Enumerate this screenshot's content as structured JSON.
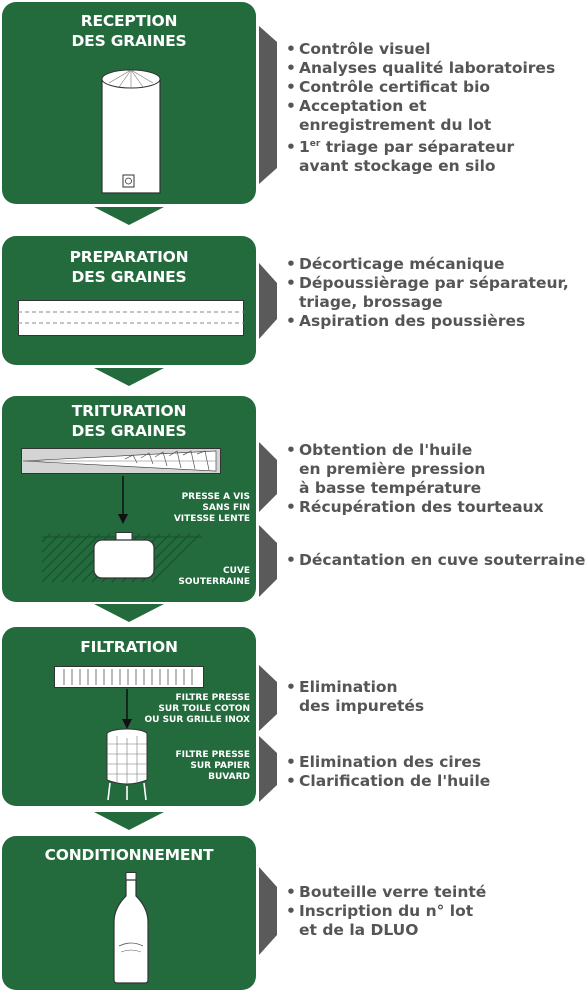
{
  "colors": {
    "step_green": "#236a3c",
    "chevron_grey": "#5a5a5a",
    "bullet_text": "#555555"
  },
  "steps": [
    {
      "title": "RECEPTION\nDES GRAINES",
      "illustration": "silo-icon",
      "groups": [
        {
          "bullets": [
            "Contrôle visuel",
            "Analyses qualité laboratoires",
            "Contrôle certificat bio",
            "Acceptation et\nenregistrement du lot"
          ],
          "triage_prefix": "1",
          "triage_sup": "er",
          "triage_text": " triage par séparateur\navant stockage en silo"
        }
      ]
    },
    {
      "title": "PREPARATION\nDES GRAINES",
      "illustration": "conveyor-icon",
      "groups": [
        {
          "bullets": [
            "Décorticage mécanique",
            "Dépoussièrage par séparateur,\ntriage, brossage",
            "Aspiration des poussières"
          ]
        }
      ]
    },
    {
      "title": "TRITURATION\nDES GRAINES",
      "illustration": "screw-press-icon",
      "labels": [
        "PRESSE A VIS\nSANS FIN\nVITESSE LENTE",
        "CUVE\nSOUTERRAINE"
      ],
      "groups": [
        {
          "bullets": [
            "Obtention de l'huile\nen première pression\nà basse température",
            "Récupération des tourteaux"
          ]
        },
        {
          "bullets": [
            "Décantation en cuve souterraine"
          ]
        }
      ]
    },
    {
      "title": "FILTRATION",
      "illustration": "filter-press-icon",
      "labels": [
        "FILTRE PRESSE\nSUR TOILE COTON\nOU SUR GRILLE INOX",
        "FILTRE PRESSE\nSUR  PAPIER\nBUVARD"
      ],
      "groups": [
        {
          "bullets": [
            "Elimination\ndes impuretés"
          ]
        },
        {
          "bullets": [
            "Elimination des cires",
            "Clarification de l'huile"
          ]
        }
      ]
    },
    {
      "title": "CONDITIONNEMENT",
      "illustration": "bottle-icon",
      "groups": [
        {
          "bullets": [
            "Bouteille verre teinté",
            "Inscription du n° lot\net de la DLUO"
          ]
        }
      ]
    }
  ]
}
